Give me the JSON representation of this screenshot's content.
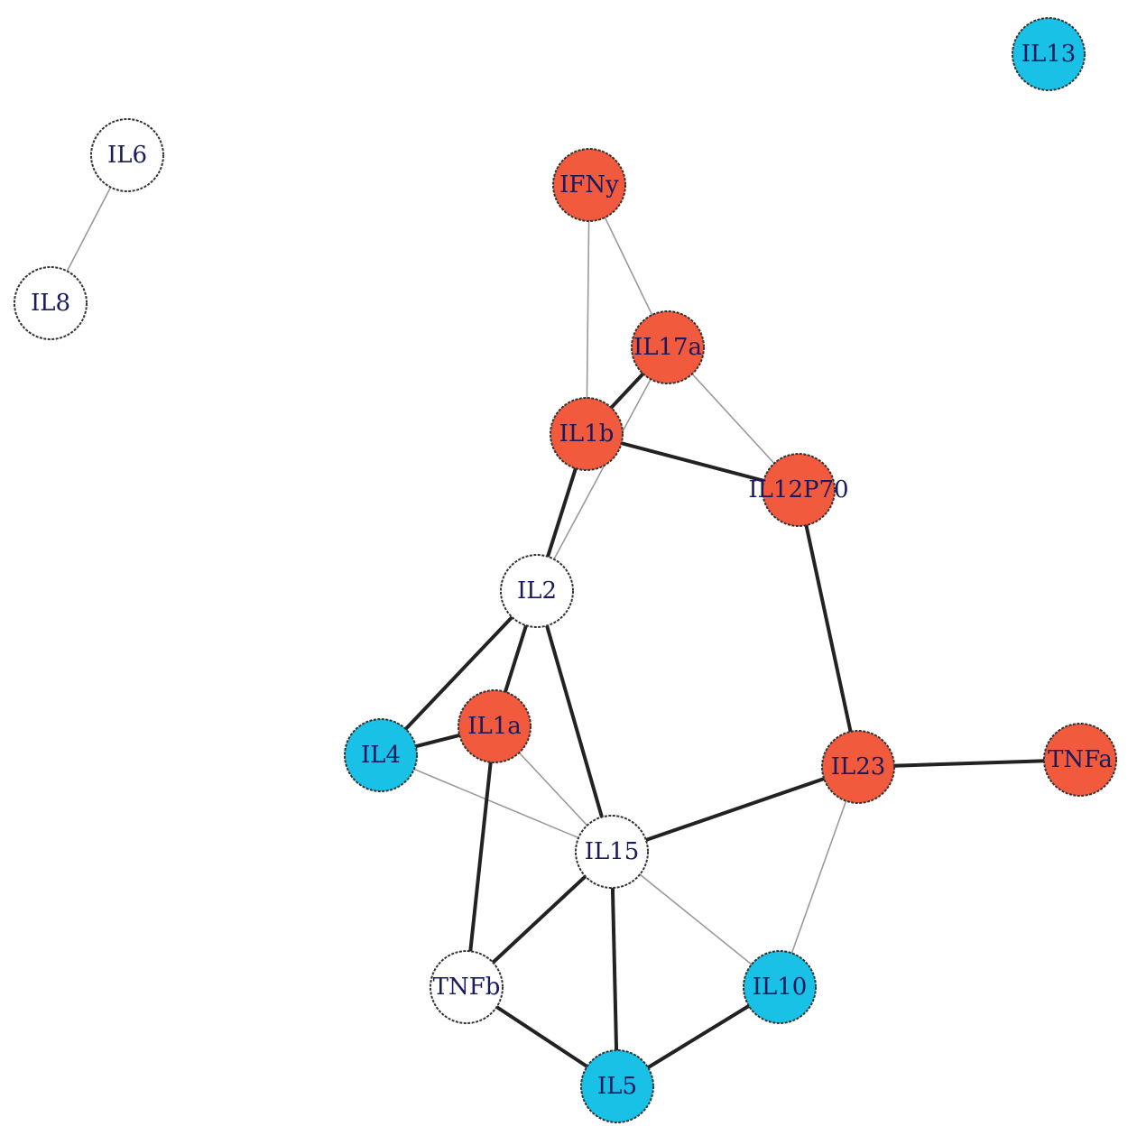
{
  "colors": {
    "red": "#f15a3d",
    "blue": "#19c1e6",
    "white": "#ffffff",
    "stroke": "#333333",
    "edge_strong": "#222222",
    "edge_weak": "#9a9a9a"
  },
  "nodes": [
    {
      "id": "IL13",
      "label": "IL13",
      "color": "blue"
    },
    {
      "id": "IL6",
      "label": "IL6",
      "color": "white"
    },
    {
      "id": "IL8",
      "label": "IL8",
      "color": "white"
    },
    {
      "id": "IFNy",
      "label": "IFNy",
      "color": "red"
    },
    {
      "id": "IL17a",
      "label": "IL17a",
      "color": "red"
    },
    {
      "id": "IL1b",
      "label": "IL1b",
      "color": "red"
    },
    {
      "id": "IL12P70",
      "label": "IL12P70",
      "color": "red"
    },
    {
      "id": "IL2",
      "label": "IL2",
      "color": "white"
    },
    {
      "id": "IL1a",
      "label": "IL1a",
      "color": "red"
    },
    {
      "id": "IL4",
      "label": "IL4",
      "color": "blue"
    },
    {
      "id": "IL23",
      "label": "IL23",
      "color": "red"
    },
    {
      "id": "TNFa",
      "label": "TNFa",
      "color": "red"
    },
    {
      "id": "IL15",
      "label": "IL15",
      "color": "white"
    },
    {
      "id": "TNFb",
      "label": "TNFb",
      "color": "white"
    },
    {
      "id": "IL10",
      "label": "IL10",
      "color": "blue"
    },
    {
      "id": "IL5",
      "label": "IL5",
      "color": "blue"
    }
  ],
  "edges": [
    {
      "source": "IL6",
      "target": "IL8",
      "weight": "weak"
    },
    {
      "source": "IFNy",
      "target": "IL17a",
      "weight": "weak"
    },
    {
      "source": "IFNy",
      "target": "IL1b",
      "weight": "weak"
    },
    {
      "source": "IL17a",
      "target": "IL1b",
      "weight": "strong"
    },
    {
      "source": "IL17a",
      "target": "IL12P70",
      "weight": "weak"
    },
    {
      "source": "IL17a",
      "target": "IL2",
      "weight": "weak"
    },
    {
      "source": "IL1b",
      "target": "IL12P70",
      "weight": "strong"
    },
    {
      "source": "IL1b",
      "target": "IL2",
      "weight": "strong"
    },
    {
      "source": "IL12P70",
      "target": "IL23",
      "weight": "strong"
    },
    {
      "source": "IL2",
      "target": "IL4",
      "weight": "strong"
    },
    {
      "source": "IL2",
      "target": "IL1a",
      "weight": "strong"
    },
    {
      "source": "IL2",
      "target": "IL15",
      "weight": "strong"
    },
    {
      "source": "IL4",
      "target": "IL1a",
      "weight": "strong"
    },
    {
      "source": "IL4",
      "target": "IL15",
      "weight": "weak"
    },
    {
      "source": "IL1a",
      "target": "IL15",
      "weight": "weak"
    },
    {
      "source": "IL1a",
      "target": "TNFb",
      "weight": "strong"
    },
    {
      "source": "IL23",
      "target": "TNFa",
      "weight": "strong"
    },
    {
      "source": "IL23",
      "target": "IL15",
      "weight": "strong"
    },
    {
      "source": "IL23",
      "target": "IL10",
      "weight": "weak"
    },
    {
      "source": "IL15",
      "target": "TNFb",
      "weight": "strong"
    },
    {
      "source": "IL15",
      "target": "IL5",
      "weight": "strong"
    },
    {
      "source": "IL15",
      "target": "IL10",
      "weight": "weak"
    },
    {
      "source": "TNFb",
      "target": "IL5",
      "weight": "strong"
    },
    {
      "source": "IL10",
      "target": "IL5",
      "weight": "strong"
    }
  ]
}
